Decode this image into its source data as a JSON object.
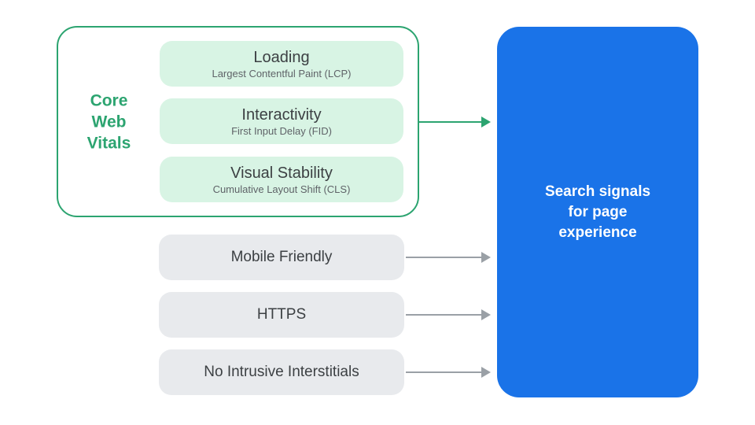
{
  "colors": {
    "green": "#2CA470",
    "green_light": "#D8F4E4",
    "blue": "#1A73E8",
    "gray_pill": "#E8EAED",
    "gray_arrow": "#9AA0A6",
    "text_dark": "#3C4043",
    "text_sub": "#5F6368",
    "white": "#FFFFFF"
  },
  "core_web_vitals": {
    "label": "Core\nWeb\nVitals",
    "items": [
      {
        "title": "Loading",
        "subtitle": "Largest Contentful Paint (LCP)"
      },
      {
        "title": "Interactivity",
        "subtitle": "First Input Delay (FID)"
      },
      {
        "title": "Visual Stability",
        "subtitle": "Cumulative Layout Shift (CLS)"
      }
    ]
  },
  "other_signals": [
    {
      "label": "Mobile Friendly"
    },
    {
      "label": "HTTPS"
    },
    {
      "label": "No Intrusive Interstitials"
    }
  ],
  "result": {
    "label": "Search signals\nfor page\nexperience"
  }
}
